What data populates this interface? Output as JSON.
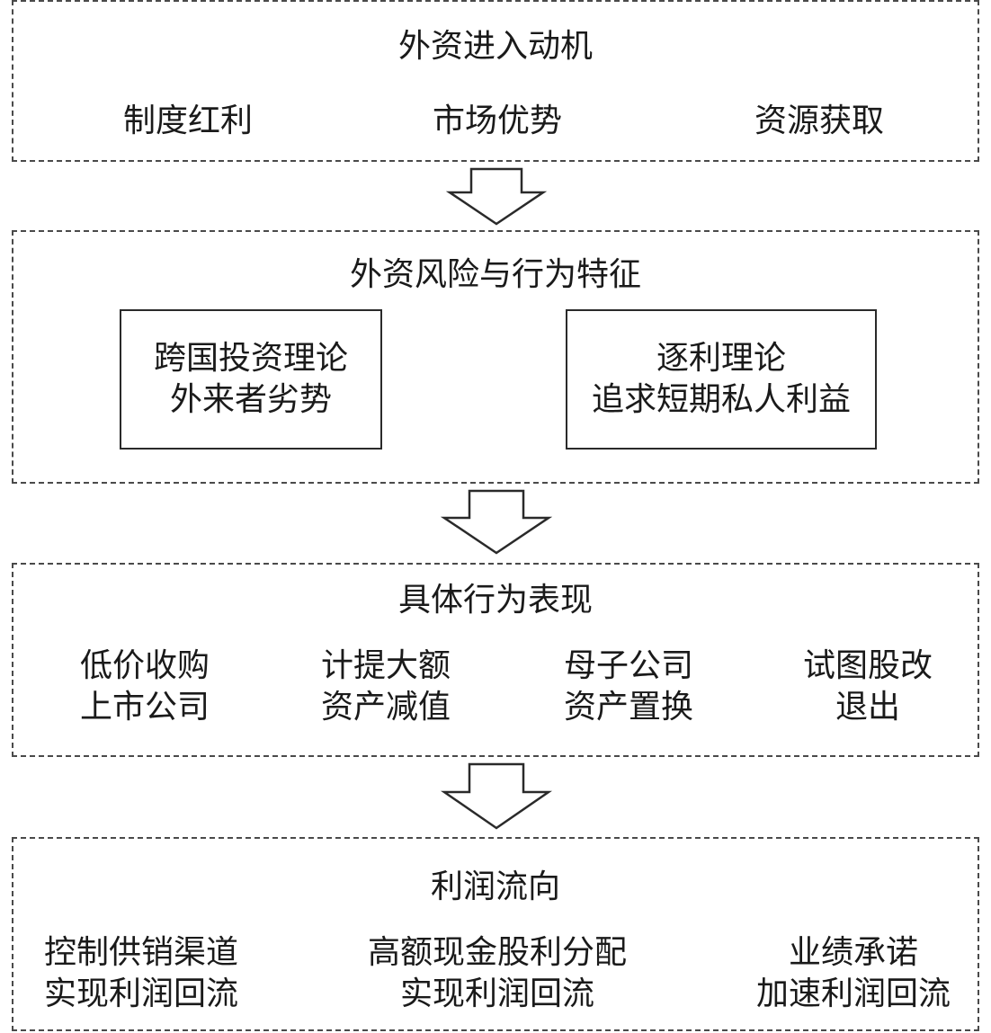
{
  "sections": {
    "motivation": {
      "title": "外资进入动机",
      "items": [
        "制度红利",
        "市场优势",
        "资源获取"
      ]
    },
    "risk": {
      "title": "外资风险与行为特征",
      "left_box": {
        "line1": "跨国投资理论",
        "line2": "外来者劣势"
      },
      "right_box": {
        "line1": "逐利理论",
        "line2": "追求短期私人利益"
      }
    },
    "behavior": {
      "title": "具体行为表现",
      "items": [
        {
          "line1": "低价收购",
          "line2": "上市公司"
        },
        {
          "line1": "计提大额",
          "line2": "资产减值"
        },
        {
          "line1": "母子公司",
          "line2": "资产置换"
        },
        {
          "line1": "试图股改",
          "line2": "退出"
        }
      ]
    },
    "profit": {
      "title": "利润流向",
      "items": [
        {
          "line1": "控制供销渠道",
          "line2": "实现利润回流"
        },
        {
          "line1": "高额现金股利分配",
          "line2": "实现利润回流"
        },
        {
          "line1": "业绩承诺",
          "line2": "加速利润回流"
        }
      ]
    }
  },
  "colors": {
    "dashed_border": "#4a4a4a",
    "solid_border": "#2a2a2a",
    "text": "#1a1a1a"
  },
  "icons": {
    "flow_arrow": "down-hollow-arrow"
  }
}
